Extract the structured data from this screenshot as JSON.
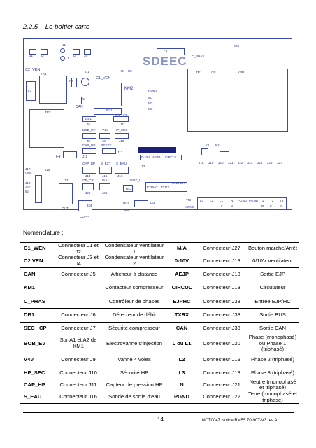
{
  "section": {
    "number": "2.2.5",
    "title": "Le boîtier carte"
  },
  "pcb": {
    "brand": "SDEEC",
    "labels": {
      "j1": "J1",
      "j2": "J2",
      "j3": "J3",
      "j4": "J4",
      "n1": "N1",
      "l1a": "L1",
      "c2_ven": "C2_VEN",
      "tr1": "TR1",
      "f2": "F2",
      "c1": "C1",
      "c1_ven": "C1_VEN",
      "k4": "K4",
      "k5": "K5",
      "km2": "KM2",
      "f3": "F3",
      "tr2": "TR2",
      "j5": "J5",
      "can": "CAN",
      "rl1": "RL1",
      "db1": "DB1",
      "sec_cp": "SEC_CP",
      "j6": "J6",
      "j7": "J7",
      "bob_ev": "BOB_EV",
      "v4v": "V4V",
      "hp_sec": "HP_SEC",
      "j8": "J8",
      "j9": "J9",
      "j10": "J10",
      "cap_hp": "CAP_HP",
      "reset": "RESET",
      "j11": "J11",
      "j12": "J12",
      "f4": "F4",
      "cap_bp": "CAP_BP",
      "s_ext": "S_EXT",
      "s_eau": "S_EAU",
      "j14": "J14",
      "j15": "J15",
      "j16": "J16",
      "j17": "J17",
      "ven": "VEN",
      "j18": "J18",
      "j19": "J19",
      "aux": "A/C",
      "in": "IN",
      "j32": "J32",
      "vent_i": "VENT_I",
      "op_clic": "OP_CIC",
      "v_a": "V/A",
      "rl3": "RL3",
      "j25": "J25",
      "j26": "J26",
      "j34": "J34",
      "out": "OUT",
      "copp": "COPP",
      "etphc": "ETPHC",
      "txrx": "TXRX",
      "gnd_lh": "GND L H",
      "bat": "BAT",
      "j35": "J35",
      "j33": "J33",
      "j13": "J13",
      "tenv": "0-10V",
      "ejp": "AEJP",
      "circul": "CIRCUL",
      "c_phas": "C_PHAS",
      "f1": "F1",
      "tr1b": "TR1",
      "cp": "CP",
      "kpr": "KPR",
      "ma_a": "M/A",
      "hdmi": "HDMI",
      "m1": "M1",
      "m2": "M2",
      "m3": "M3",
      "tri": "TRI",
      "mono": "MONO",
      "j18b": "J18",
      "j19b": "J19",
      "j20": "J20",
      "j21": "J21",
      "j22": "J22",
      "j23": "J23",
      "j24": "J24",
      "j26b": "J26",
      "j27": "J27",
      "l3": "L3",
      "l2": "L2",
      "l1": "L1",
      "n": "N",
      "pgnd": "PGND",
      "pgnd2": "PGND",
      "t1": "T1",
      "t2": "T2",
      "t3": "T3",
      "l": "L",
      "nn": "N",
      "c": "C",
      "r": "R",
      "s": "S",
      "k1": "K1",
      "k2": "K2"
    }
  },
  "nomenclature_title": "Nomenclature :",
  "rows": [
    {
      "left_pairs": [
        {
          "code": "C1_WEN",
          "connector": "Connecteur J1 et J2",
          "desc": "Condensateur ventilateur 1"
        },
        {
          "code": "C2 VEN",
          "connector": "Connecteur J3 et J4",
          "desc": "Condensateur ventilateur 2"
        }
      ],
      "right_pairs": [
        {
          "code": "M/A",
          "connector": "Connecteur J27",
          "desc": "Bouton marche/Arrêt"
        },
        {
          "code": "0-10V",
          "connector": "Connecteur J13",
          "desc": "0/10V Ventilateur"
        }
      ]
    },
    {
      "left_pairs": [
        {
          "code": "CAN",
          "connector": "Connecteur J5",
          "desc": "Afficheur à distance"
        }
      ],
      "right_pairs": [
        {
          "code": "AEJP",
          "connector": "Connecteur J13",
          "desc": "Sortie EJP"
        }
      ]
    },
    {
      "left_pairs": [
        {
          "code": "KM1",
          "connector": "",
          "desc": "Contacteur compresseur"
        }
      ],
      "right_pairs": [
        {
          "code": "CIRCUL",
          "connector": "Connecteur J13",
          "desc": "Circulateur"
        }
      ]
    },
    {
      "left_pairs": [
        {
          "code": "C_PHAS",
          "connector": "",
          "desc": "Contrôleur de phases"
        }
      ],
      "right_pairs": [
        {
          "code": "EJPHC",
          "connector": "Connecteur J33",
          "desc": "Entrée EJP/HC"
        }
      ]
    },
    {
      "left_pairs": [
        {
          "code": "DB1",
          "connector": "Connecteur J6",
          "desc": "Détecteur de débit"
        }
      ],
      "right_pairs": [
        {
          "code": "TXRX",
          "connector": "Connecteur J33",
          "desc": "Sortie BUS"
        }
      ]
    },
    {
      "left_pairs": [
        {
          "code": "SEC_ CP",
          "connector": "Connecteur J7",
          "desc": "Sécurité compresseur"
        },
        {
          "code": "BOB_EV",
          "connector": "Sur A1 et A2 de KM1",
          "desc": "Electrovanne d'injection"
        }
      ],
      "right_pairs": [
        {
          "code": "CAN",
          "connector": "Connecteur J33",
          "desc": "Sortie CAN"
        },
        {
          "code": "L ou L1",
          "connector": "Connecteur J20",
          "desc": "Phase (monophasé) ou Phase 1 (triphasé)"
        }
      ]
    },
    {
      "left_pairs": [
        {
          "code": "V4V",
          "connector": "Connecteur J9",
          "desc": "Vanne 4 voies"
        }
      ],
      "right_pairs": [
        {
          "code": "L2",
          "connector": "Connecteur J19",
          "desc": "Phase 2 (triphasé)"
        }
      ]
    },
    {
      "left_pairs": [
        {
          "code": "HP_SEC",
          "connector": "Connecteur J10",
          "desc": "Sécurité HP"
        },
        {
          "code": "CAP_HP",
          "connector": "Connecteur J11",
          "desc": "Capteur de pression HP"
        },
        {
          "code": "S_EAU",
          "connector": "Connecteur J16",
          "desc": "Sonde de sortie d'eau"
        }
      ],
      "right_pairs": [
        {
          "code": "L3",
          "connector": "Connecteur J18",
          "desc": "Phase 3 (triphasé)"
        },
        {
          "code": "N",
          "connector": "Connecteur J21",
          "desc": "Neutre (monophasé et triphasé)"
        },
        {
          "code": "PGND",
          "connector": "Connecteur J22",
          "desc": "Terre (monophasé et triphasé)"
        }
      ]
    }
  ],
  "footer": {
    "page": "14",
    "ref": "NOT0047 Notice RM55 70-90T-V3 rev A"
  }
}
